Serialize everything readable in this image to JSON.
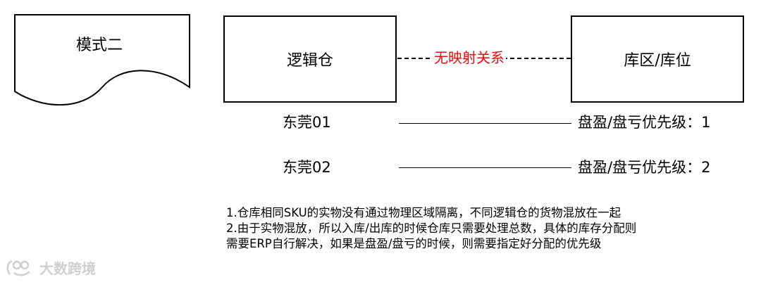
{
  "mode": {
    "title": "模式二"
  },
  "logical_warehouse": {
    "label": "逻辑仓"
  },
  "storage_area": {
    "label": "库区/库位"
  },
  "relation": {
    "label": "无映射关系"
  },
  "rows": [
    {
      "left": "东莞01",
      "right": "盘盈/盘亏优先级：1"
    },
    {
      "left": "东莞02",
      "right": "盘盈/盘亏优先级：2"
    }
  ],
  "notes": [
    "1.仓库相同SKU的实物没有通过物理区域隔离，不同逻辑仓的货物混放在一起",
    "2.由于实物混放，所以入库/出库的时候仓库只需要处理总数，具体的库存分配则",
    "需要ERP自行解决，如果是盘盈/盘亏的时候，则需要指定好分配的优先级"
  ],
  "watermark": {
    "text": "大数跨境",
    "icon": "brand-logo-icon"
  },
  "colors": {
    "relation_text": "#e01010",
    "stroke": "#000000",
    "watermark": "#cfcfcf"
  }
}
